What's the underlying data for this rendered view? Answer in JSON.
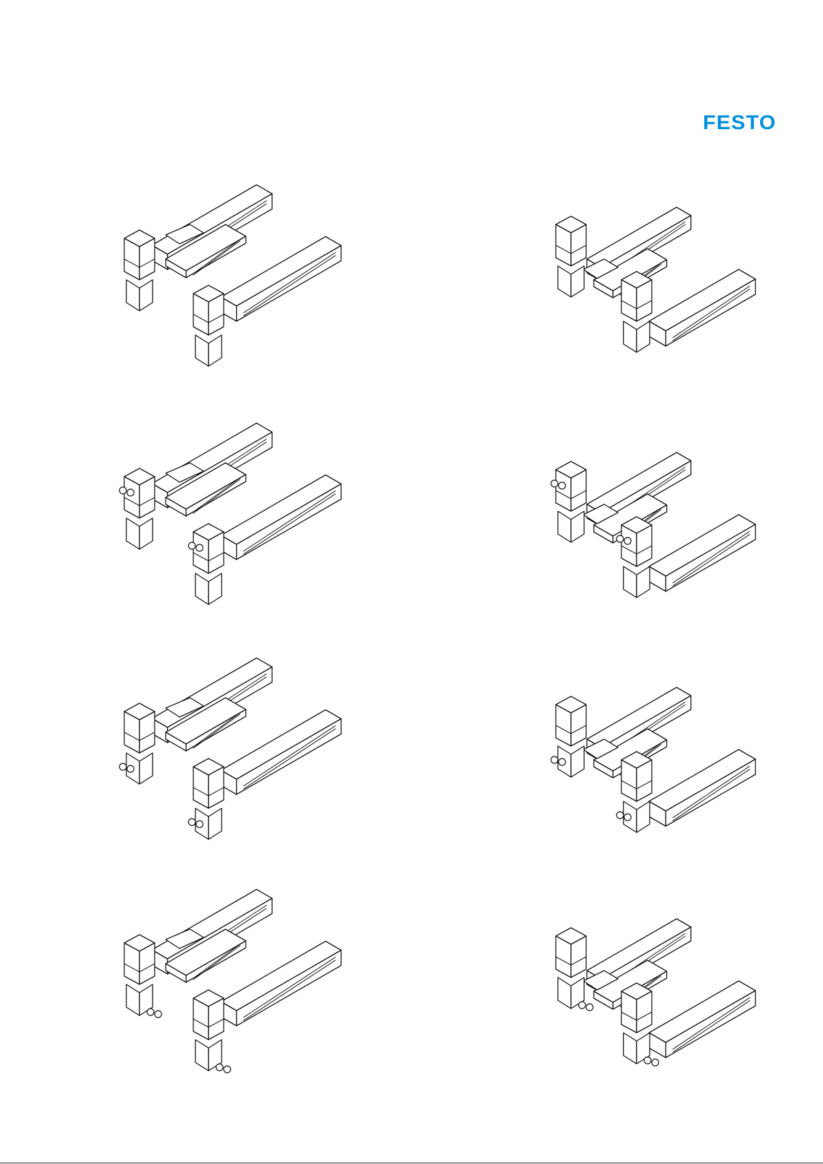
{
  "brand": {
    "logo_text": "FESTO",
    "logo_color": "#0091DC"
  },
  "drawings": [
    {
      "motor_side": "left",
      "connectors": "none"
    },
    {
      "motor_side": "right-up",
      "connectors": "none"
    },
    {
      "motor_side": "left",
      "connectors": "top-left"
    },
    {
      "motor_side": "right-up",
      "connectors": "top-left"
    },
    {
      "motor_side": "left",
      "connectors": "side"
    },
    {
      "motor_side": "right-up",
      "connectors": "side"
    },
    {
      "motor_side": "left",
      "connectors": "bottom-right"
    },
    {
      "motor_side": "right-up",
      "connectors": "bottom-right"
    }
  ]
}
